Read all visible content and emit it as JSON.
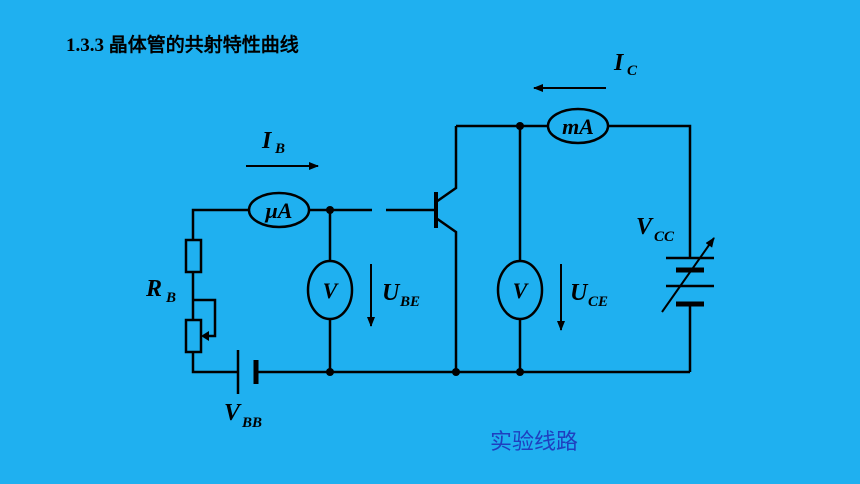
{
  "slide": {
    "title": "1.3.3 晶体管的共射特性曲线",
    "caption": "实验线路"
  },
  "labels": {
    "ib_main": "I",
    "ib_sub": "B",
    "ic_main": "I",
    "ic_sub": "C",
    "rb_main": "R",
    "rb_sub": "B",
    "vbb_main": "V",
    "vbb_sub": "BB",
    "vcc_main": "V",
    "vcc_sub": "CC",
    "ube_main": "U",
    "ube_sub": "BE",
    "uce_main": "U",
    "uce_sub": "CE"
  },
  "meters": {
    "microammeter": "μA",
    "milliammeter": "mA",
    "voltmeter_be": "V",
    "voltmeter_ce": "V"
  },
  "colors": {
    "background": "#1FB0F0",
    "caption": "#1F3FBF",
    "wire": "#000000"
  }
}
